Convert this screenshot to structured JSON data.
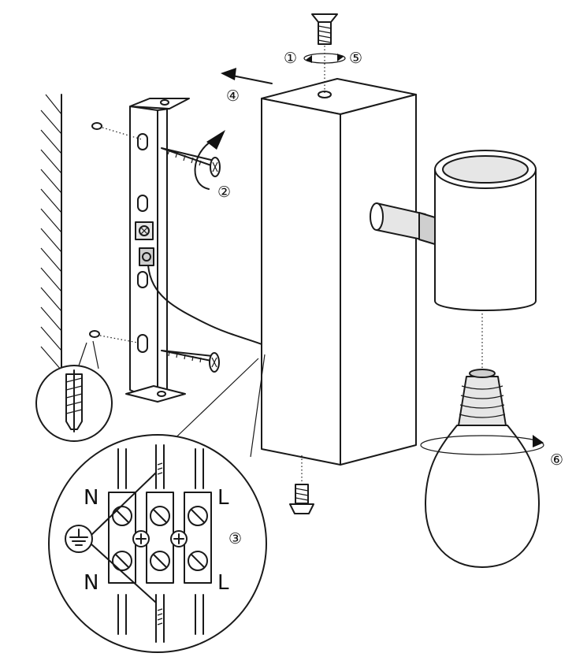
{
  "steps": [
    {
      "label": "①"
    },
    {
      "label": "②"
    },
    {
      "label": "③"
    },
    {
      "label": "④"
    },
    {
      "label": "⑤"
    },
    {
      "label": "⑥"
    }
  ],
  "wiring": {
    "terminals_top": [
      "N",
      "L"
    ],
    "terminals_bottom": [
      "N",
      "L"
    ],
    "earth_symbol": "ground-icon"
  },
  "colors": {
    "line": "#1a1a1a",
    "background": "#ffffff"
  }
}
